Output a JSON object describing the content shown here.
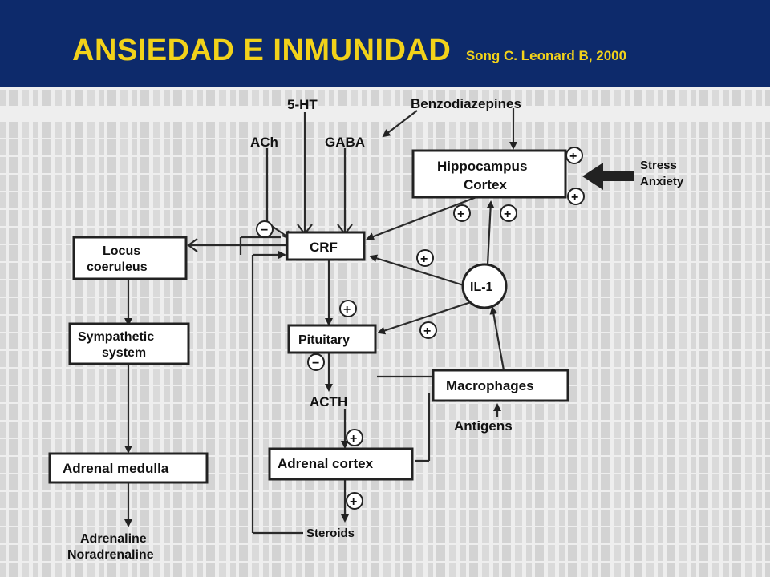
{
  "header": {
    "title": "ANSIEDAD  E INMUNIDAD",
    "citation": "Song C. Leonard B, 2000",
    "background": "#0d2a6b",
    "title_color": "#f2d21a"
  },
  "diagram": {
    "nodes": {
      "five_ht": "5-HT",
      "benzodiazepines": "Benzodiazepines",
      "ach": "ACh",
      "gaba": "GABA",
      "hippocampus_line1": "Hippocampus",
      "hippocampus_line2": "Cortex",
      "stress_line1": "Stress",
      "stress_line2": "Anxiety",
      "locus_line1": "Locus",
      "locus_line2": "coeruleus",
      "crf": "CRF",
      "il1": "IL-1",
      "sympathetic_line1": "Sympathetic",
      "sympathetic_line2": "system",
      "pituitary": "Pituitary",
      "macrophages": "Macrophages",
      "acth": "ACTH",
      "antigens": "Antigens",
      "adrenal_medulla": "Adrenal medulla",
      "adrenal_cortex": "Adrenal cortex",
      "adrenaline": "Adrenaline",
      "noradrenaline": "Noradrenaline",
      "steroids": "Steroids"
    },
    "signs": {
      "plus": "+",
      "minus": "−"
    }
  }
}
